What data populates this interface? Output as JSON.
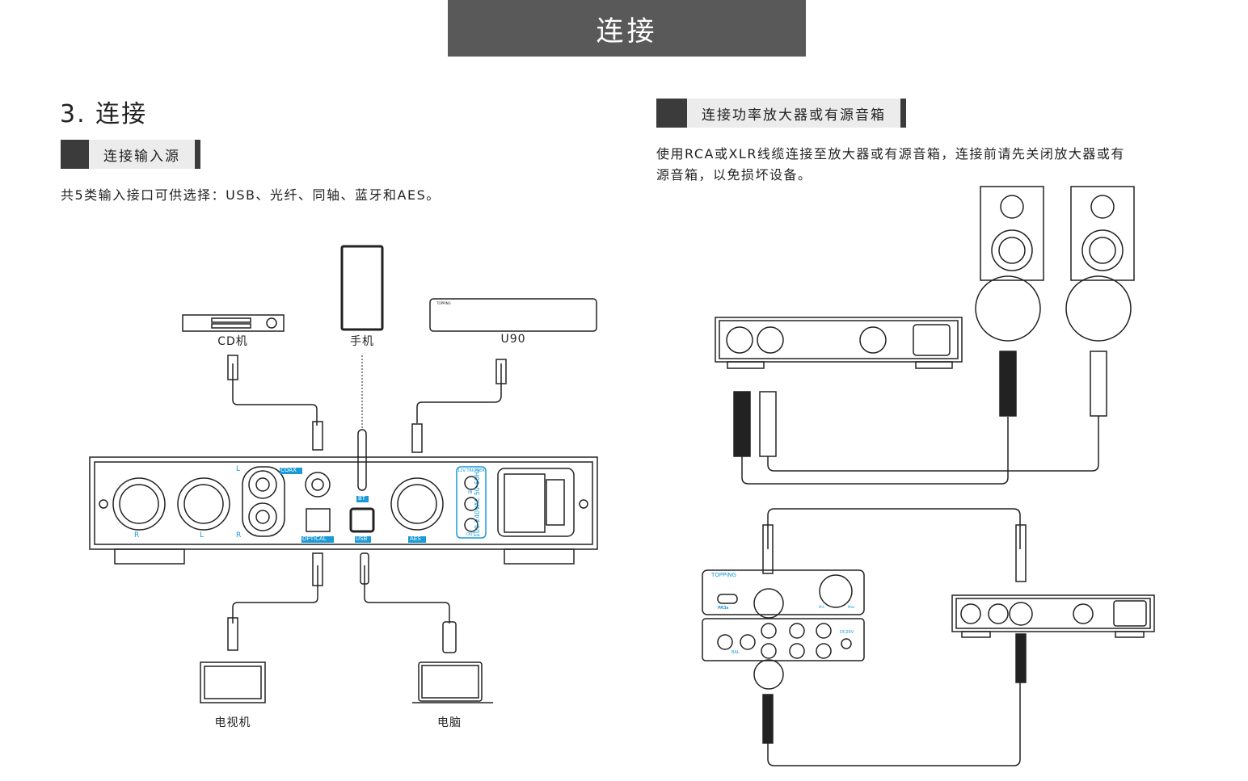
{
  "header": {
    "title": "连接"
  },
  "section": {
    "title": "3. 连接"
  },
  "input": {
    "subtitle": "连接输入源",
    "description": "共5类输入接口可供选择：USB、光纤、同轴、蓝牙和AES。",
    "devices": {
      "cd": "CD机",
      "phone": "手机",
      "u90": "U90",
      "tv": "电视机",
      "pc": "电脑"
    },
    "panel_labels": {
      "coax": "COAX",
      "optical": "OPTICAL",
      "usb": "USB",
      "bt": "BT",
      "aes": "AES",
      "r": "R",
      "l": "L",
      "trigger": "12V TRIGGER",
      "in": "IN",
      "out": "OUT",
      "power": "100-240VAC 50-60Hz"
    }
  },
  "output": {
    "subtitle": "连接功率放大器或有源音箱",
    "description_line1": "使用RCA或XLR线缆连接至放大器或有源音箱，连接前请先关闭放大器或有",
    "description_line2": "源音箱，以免损坏设备。",
    "amp": {
      "brand": "TOPPING",
      "model": "PA3s",
      "power": "DC26V",
      "bal": "BAL",
      "min": "Min",
      "max": "Max"
    }
  },
  "colors": {
    "accent": "#1a9ad6",
    "header_bg": "#595959",
    "sub_dark": "#3b3b3b",
    "sub_light": "#ececec"
  }
}
